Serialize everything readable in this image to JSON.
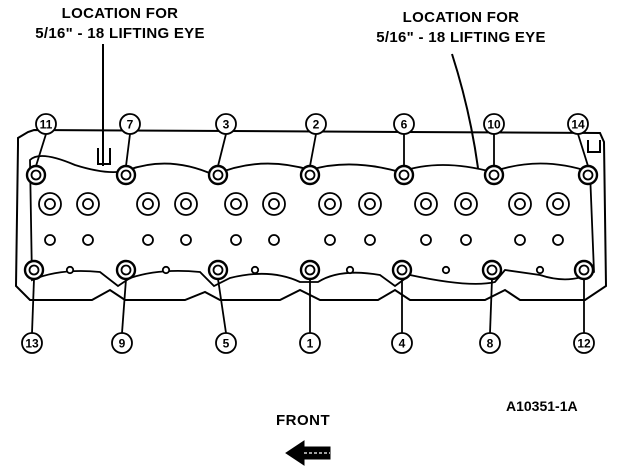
{
  "callouts": {
    "left": {
      "line1": "LOCATION FOR",
      "line2": "5/16\" - 18 LIFTING EYE"
    },
    "right": {
      "line1": "LOCATION FOR",
      "line2": "5/16\" - 18 LIFTING EYE"
    }
  },
  "bolt_sequence": {
    "top_row": [
      "11",
      "7",
      "3",
      "2",
      "6",
      "10",
      "14"
    ],
    "bottom_row": [
      "13",
      "9",
      "5",
      "1",
      "4",
      "8",
      "12"
    ]
  },
  "front_label": "FRONT",
  "figure_id": "A10351-1A",
  "colors": {
    "ink": "#000000",
    "paper": "#ffffff"
  }
}
